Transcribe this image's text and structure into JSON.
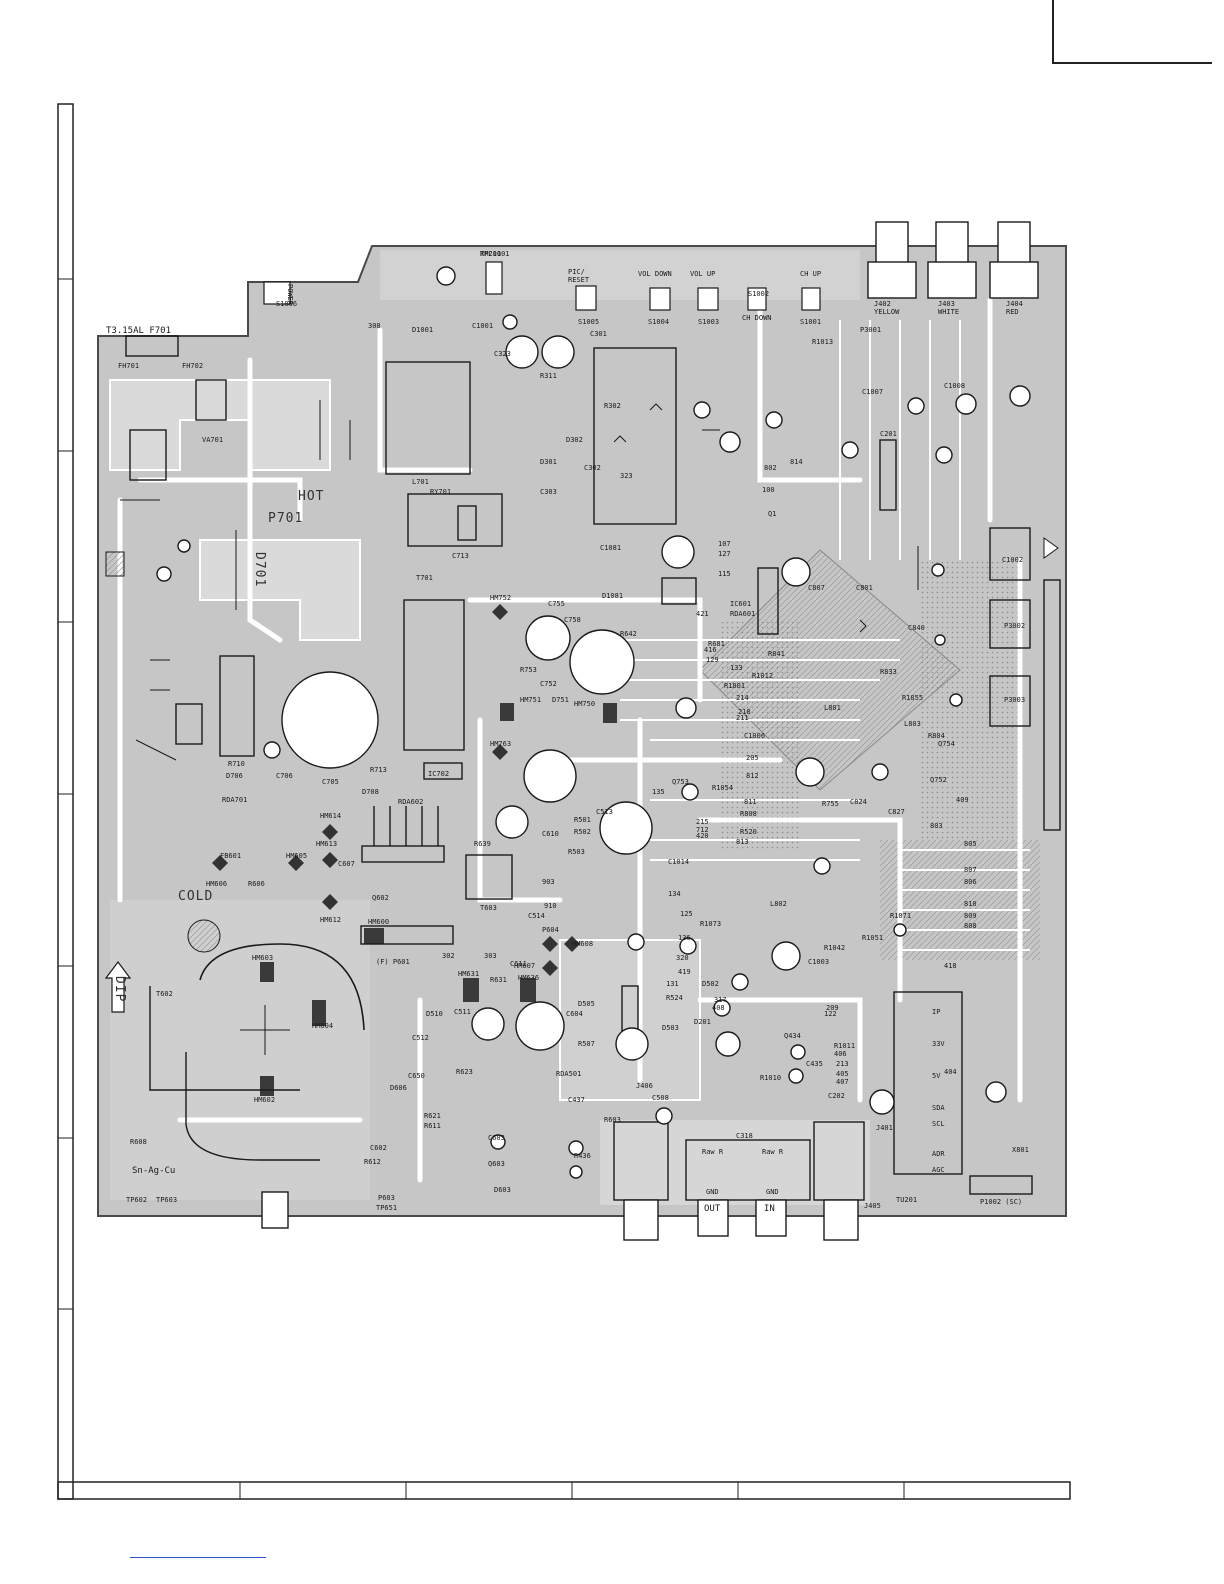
{
  "board_labels": {
    "fuse": "T3.15AL F701",
    "hot": "HOT",
    "cold": "COLD",
    "dip": "DIP",
    "solder_note": "Sn-Ag-Cu",
    "d701": "D701",
    "p701": "P701",
    "p601": "(F) P601",
    "pic_reset": "PIC/ RESET",
    "vol_down": "VOL DOWN",
    "vol_up": "VOL UP",
    "ch_down": "CH DOWN",
    "ch_up": "CH UP",
    "power": "POWER",
    "j402": "J402 YELLOW",
    "j403": "J403 WHITE",
    "j404": "J404 RED",
    "out": "OUT",
    "in": "IN",
    "gnd1": "GND",
    "gnd2": "GND",
    "raw_r1": "Raw R",
    "raw_r2": "Raw R",
    "tu201": "TU201",
    "p1002": "P1002 (SC)",
    "ip": "IP",
    "v33": "33V",
    "v5": "5V",
    "sda": "SDA",
    "scl": "SCL",
    "adr": "ADR",
    "agc": "AGC"
  },
  "component_labels": [
    {
      "text": "RMC1001"
    },
    {
      "text": "S1006"
    },
    {
      "text": "S1005"
    },
    {
      "text": "S1004"
    },
    {
      "text": "S1003"
    },
    {
      "text": "S1002"
    },
    {
      "text": "S1001"
    },
    {
      "text": "FH701"
    },
    {
      "text": "FH702"
    },
    {
      "text": "VA701"
    },
    {
      "text": "D1001"
    },
    {
      "text": "C1001"
    },
    {
      "text": "C323"
    },
    {
      "text": "C301"
    },
    {
      "text": "R311"
    },
    {
      "text": "R302"
    },
    {
      "text": "C302"
    },
    {
      "text": "D301"
    },
    {
      "text": "C303"
    },
    {
      "text": "D302"
    },
    {
      "text": "323"
    },
    {
      "text": "L701"
    },
    {
      "text": "RY701"
    },
    {
      "text": "T701"
    },
    {
      "text": "C713"
    },
    {
      "text": "HM752"
    },
    {
      "text": "C755"
    },
    {
      "text": "C758"
    },
    {
      "text": "R642"
    },
    {
      "text": "R753"
    },
    {
      "text": "C752"
    },
    {
      "text": "HM751"
    },
    {
      "text": "D751"
    },
    {
      "text": "HM750"
    },
    {
      "text": "HM763"
    },
    {
      "text": "C705"
    },
    {
      "text": "R713"
    },
    {
      "text": "IC702"
    },
    {
      "text": "RDA602"
    },
    {
      "text": "D708"
    },
    {
      "text": "RDA701"
    },
    {
      "text": "R710"
    },
    {
      "text": "D706"
    },
    {
      "text": "C706"
    },
    {
      "text": "HM614"
    },
    {
      "text": "HM613"
    },
    {
      "text": "C607"
    },
    {
      "text": "FB601"
    },
    {
      "text": "HM605"
    },
    {
      "text": "HM606"
    },
    {
      "text": "R606"
    },
    {
      "text": "Q602"
    },
    {
      "text": "HM612"
    },
    {
      "text": "HM600"
    },
    {
      "text": "T602"
    },
    {
      "text": "HM603"
    },
    {
      "text": "HM604"
    },
    {
      "text": "HM602"
    },
    {
      "text": "R608"
    },
    {
      "text": "TP602"
    },
    {
      "text": "TP603"
    },
    {
      "text": "TP651"
    },
    {
      "text": "P603"
    },
    {
      "text": "C602"
    },
    {
      "text": "R612"
    },
    {
      "text": "R621"
    },
    {
      "text": "R611"
    },
    {
      "text": "C650"
    },
    {
      "text": "R623"
    },
    {
      "text": "D606"
    },
    {
      "text": "C512"
    },
    {
      "text": "D510"
    },
    {
      "text": "C511"
    },
    {
      "text": "HM631"
    },
    {
      "text": "R631"
    },
    {
      "text": "HM636"
    },
    {
      "text": "HM607"
    },
    {
      "text": "HM608"
    },
    {
      "text": "P604"
    },
    {
      "text": "C611"
    },
    {
      "text": "T603"
    },
    {
      "text": "R639"
    },
    {
      "text": "C610"
    },
    {
      "text": "R503"
    },
    {
      "text": "R502"
    },
    {
      "text": "R501"
    },
    {
      "text": "C513"
    },
    {
      "text": "C514"
    },
    {
      "text": "RDA501"
    },
    {
      "text": "C604"
    },
    {
      "text": "D505"
    },
    {
      "text": "R507"
    },
    {
      "text": "C603"
    },
    {
      "text": "Q603"
    },
    {
      "text": "D603"
    },
    {
      "text": "R603"
    },
    {
      "text": "J406"
    },
    {
      "text": "C508"
    },
    {
      "text": "C437"
    },
    {
      "text": "R436"
    },
    {
      "text": "C318"
    },
    {
      "text": "J405"
    },
    {
      "text": "J401"
    },
    {
      "text": "C202"
    },
    {
      "text": "R1011"
    },
    {
      "text": "R1010"
    },
    {
      "text": "C435"
    },
    {
      "text": "Q434"
    },
    {
      "text": "D201"
    },
    {
      "text": "D503"
    },
    {
      "text": "R524"
    },
    {
      "text": "D502"
    },
    {
      "text": "C1003"
    },
    {
      "text": "R1042"
    },
    {
      "text": "R1051"
    },
    {
      "text": "R1071"
    },
    {
      "text": "C1006"
    },
    {
      "text": "L802"
    },
    {
      "text": "R1073"
    },
    {
      "text": "C1014"
    },
    {
      "text": "R808"
    },
    {
      "text": "R520"
    },
    {
      "text": "R1054"
    },
    {
      "text": "Q753"
    },
    {
      "text": "R755"
    },
    {
      "text": "C824"
    },
    {
      "text": "C827"
    },
    {
      "text": "Q754"
    },
    {
      "text": "Q752"
    },
    {
      "text": "R804"
    },
    {
      "text": "L803"
    },
    {
      "text": "R1855"
    },
    {
      "text": "R833"
    },
    {
      "text": "C840"
    },
    {
      "text": "C801"
    },
    {
      "text": "C807"
    },
    {
      "text": "R841"
    },
    {
      "text": "R1012"
    },
    {
      "text": "R1801"
    },
    {
      "text": "R681"
    },
    {
      "text": "IC601"
    },
    {
      "text": "RDA601"
    },
    {
      "text": "D1081"
    },
    {
      "text": "C1081"
    },
    {
      "text": "R1013"
    },
    {
      "text": "C1007"
    },
    {
      "text": "C1008"
    },
    {
      "text": "C201"
    },
    {
      "text": "C1002"
    },
    {
      "text": "P3002"
    },
    {
      "text": "P3003"
    },
    {
      "text": "P3001"
    },
    {
      "text": "Q1"
    },
    {
      "text": "L801"
    },
    {
      "text": "X801"
    },
    {
      "text": "TP201"
    }
  ],
  "numbers": [
    "308",
    "302",
    "303",
    "100",
    "802",
    "814",
    "107",
    "127",
    "115",
    "421",
    "416",
    "129",
    "133",
    "214",
    "211",
    "218",
    "205",
    "812",
    "811",
    "215",
    "712",
    "420",
    "813",
    "135",
    "134",
    "125",
    "136",
    "320",
    "419",
    "131",
    "317",
    "408",
    "122",
    "209",
    "406",
    "213",
    "405",
    "407",
    "409",
    "803",
    "805",
    "807",
    "806",
    "810",
    "809",
    "808",
    "418",
    "404",
    "903",
    "910"
  ],
  "colors": {
    "board": "#c6c6c6",
    "copper_light": "#dadada",
    "trace": "#ffffff",
    "ink": "#1a1a1a",
    "solid_part": "#3a3a3a"
  }
}
